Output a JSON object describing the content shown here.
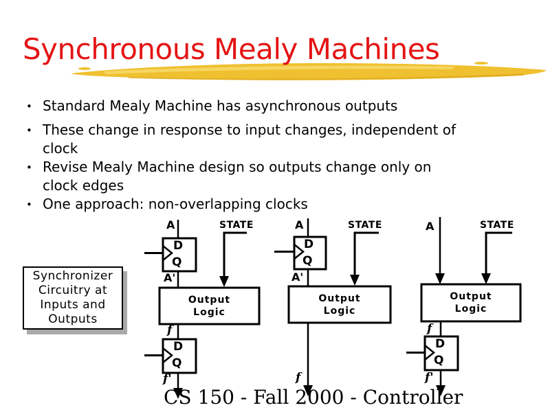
{
  "title": "Synchronous Mealy Machines",
  "bullet_glyph": "•",
  "bullets": [
    {
      "l1": "Standard Mealy Machine has asynchronous outputs",
      "l2": ""
    },
    {
      "l1": "These change in response to input changes, independent of",
      "l2": "clock"
    },
    {
      "l1": "Revise Mealy Machine design so outputs change only on",
      "l2": "clock edges"
    },
    {
      "l1": "One approach: non-overlapping clocks",
      "l2": ""
    }
  ],
  "note_box": {
    "line1": "Synchronizer",
    "line2": "Circuitry at",
    "line3": "Inputs and",
    "line4": "Outputs"
  },
  "schematic": {
    "signals": {
      "input": "A",
      "input_delayed": "A'",
      "state": "STATE",
      "output": "f",
      "output_delayed": "f'"
    },
    "flipflop": {
      "d": "D",
      "q": "Q"
    },
    "logic_box": {
      "line1": "Output",
      "line2": "Logic"
    }
  },
  "footer": "CS 150 - Fall 2000 - Controller",
  "colors": {
    "title_red": "#e41414",
    "swoosh_main": "#efc02f",
    "swoosh_light": "#f7d96b",
    "swoosh_dark": "#dda61c",
    "shadow_gray": "#a9a9a9",
    "ink": "#000000"
  }
}
